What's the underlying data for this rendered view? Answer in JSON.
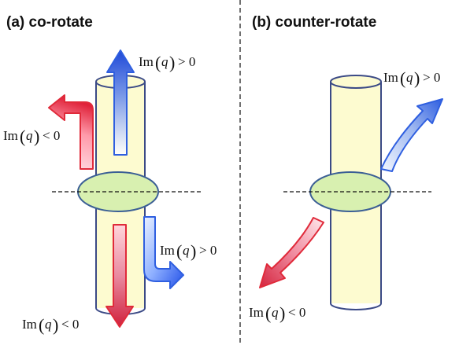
{
  "panels": [
    {
      "title": "(a) co-rotate",
      "labels": {
        "top_right": {
          "prefix": "Im",
          "var": "q",
          "relation": "> 0"
        },
        "upper_left": {
          "prefix": "Im",
          "var": "q",
          "relation": "< 0"
        },
        "lower_right": {
          "prefix": "Im",
          "var": "q",
          "relation": "> 0"
        },
        "bottom": {
          "prefix": "Im",
          "var": "q",
          "relation": "< 0"
        }
      }
    },
    {
      "title": "(b) counter-rotate",
      "labels": {
        "top_right": {
          "prefix": "Im",
          "var": "q",
          "relation": "> 0"
        },
        "bottom_left": {
          "prefix": "Im",
          "var": "q",
          "relation": "< 0"
        }
      }
    }
  ],
  "colors": {
    "cylinder_fill": "#fdfbd0",
    "cylinder_stroke": "#3b4a86",
    "disk_fill": "#d8f0b0",
    "disk_stroke": "#3b5f95",
    "arrow_blue": "#2f5fe0",
    "arrow_red": "#e02a3a",
    "line": "#111111"
  }
}
